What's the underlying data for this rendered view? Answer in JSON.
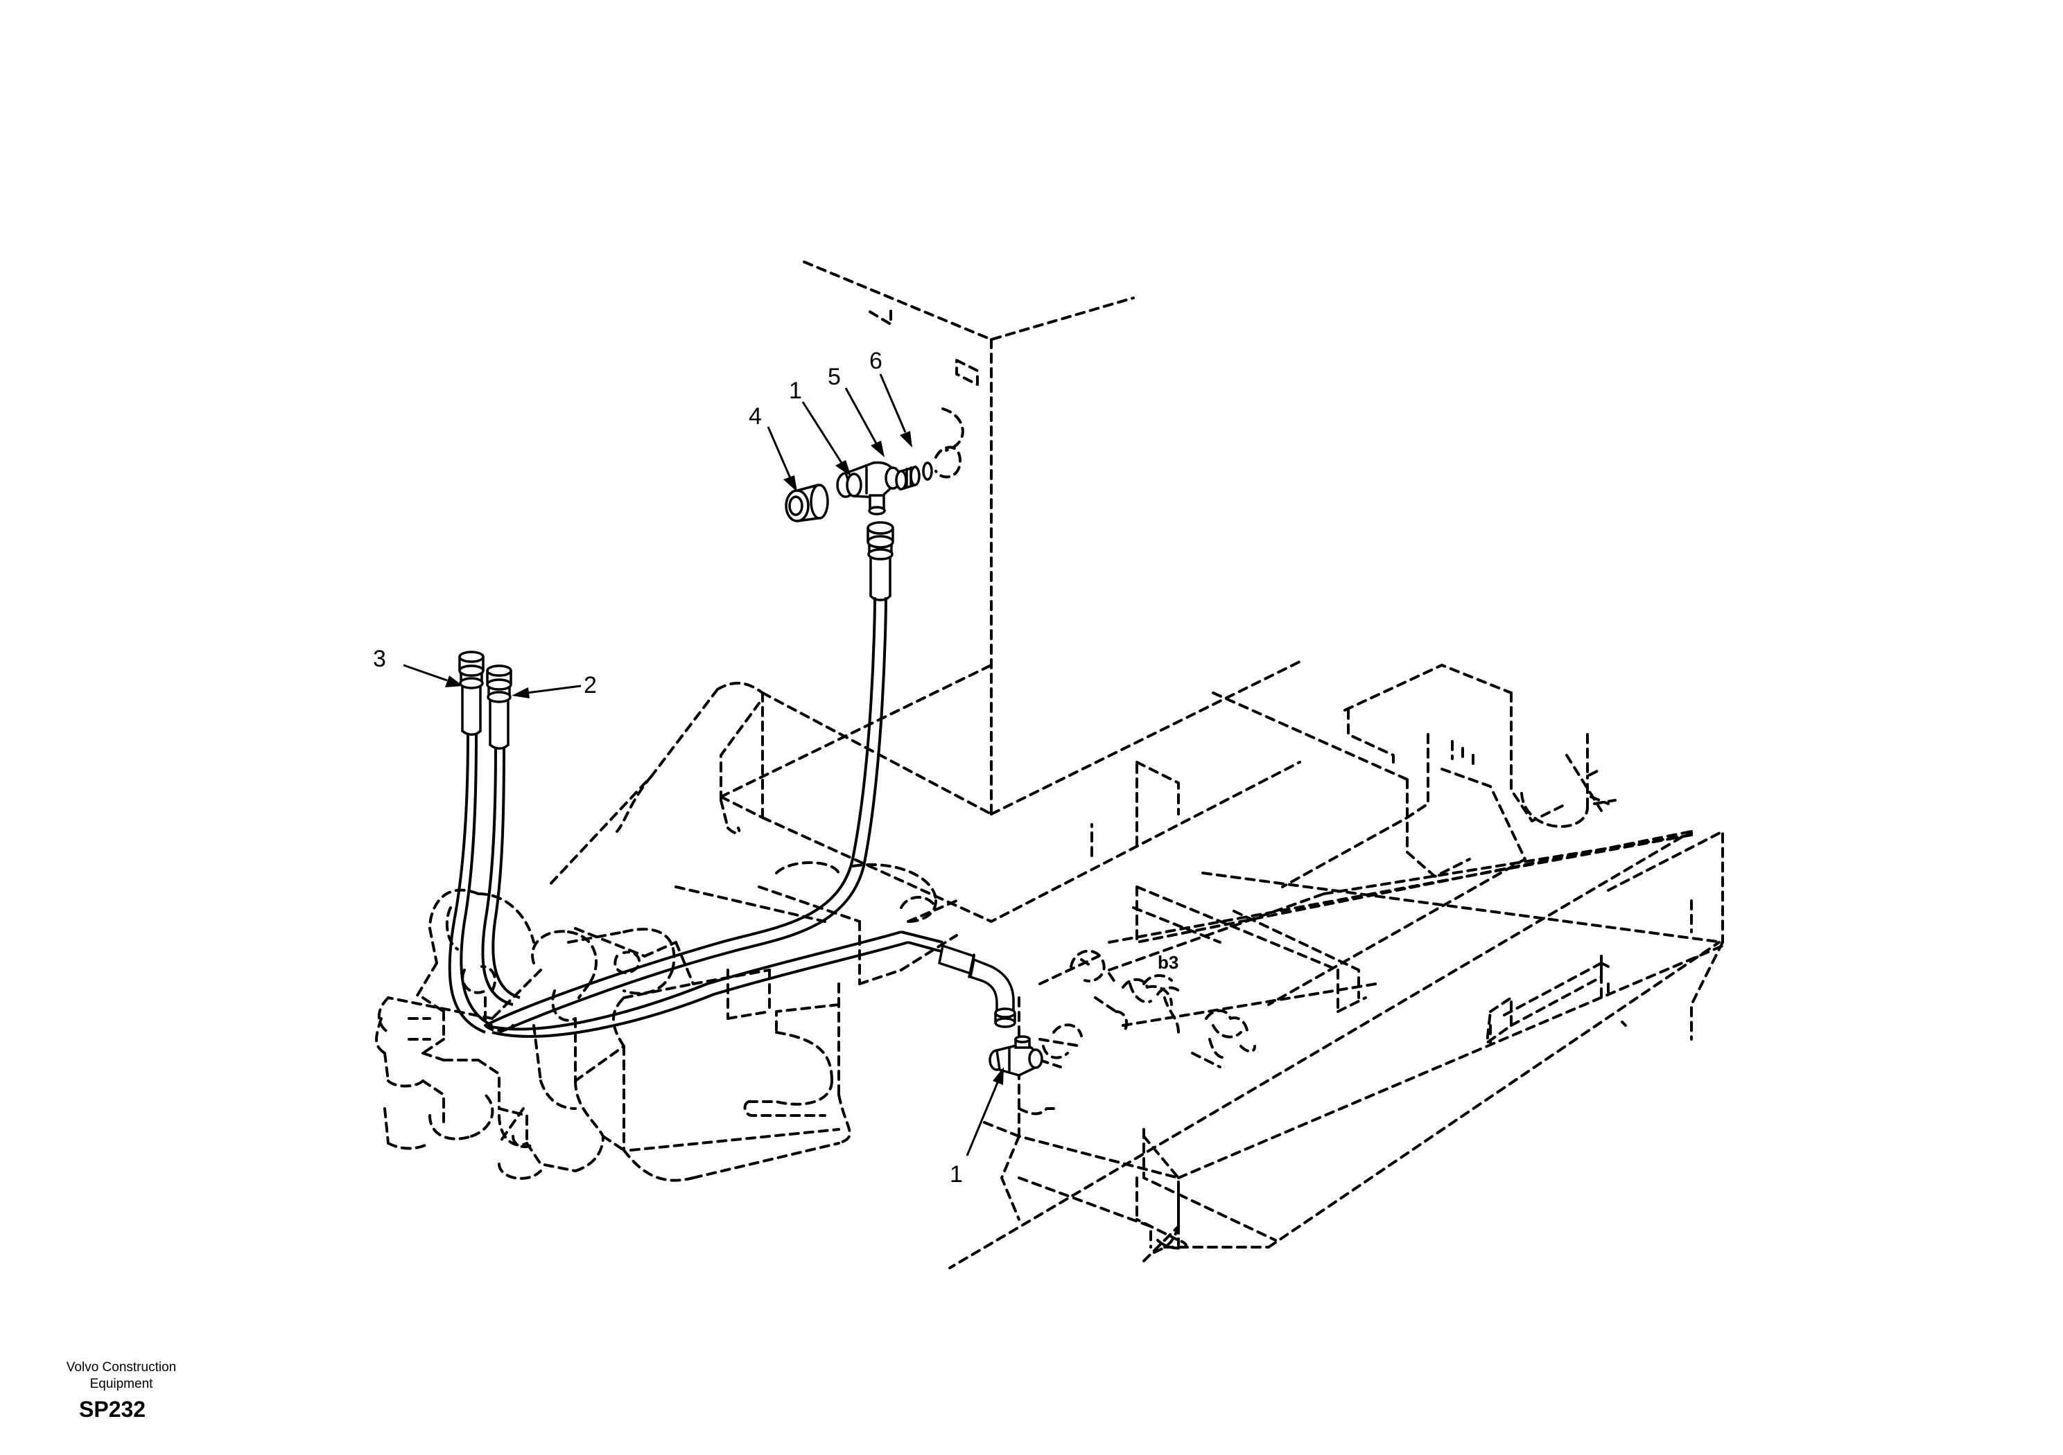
{
  "callouts": {
    "c1_top": "1",
    "c2": "2",
    "c3": "3",
    "c4": "4",
    "c5": "5",
    "c6": "6",
    "c1_bottom": "1",
    "b3": "b3"
  },
  "footer": {
    "company_line1": "Volvo Construction",
    "company_line2": "Equipment",
    "code": "SP232"
  }
}
